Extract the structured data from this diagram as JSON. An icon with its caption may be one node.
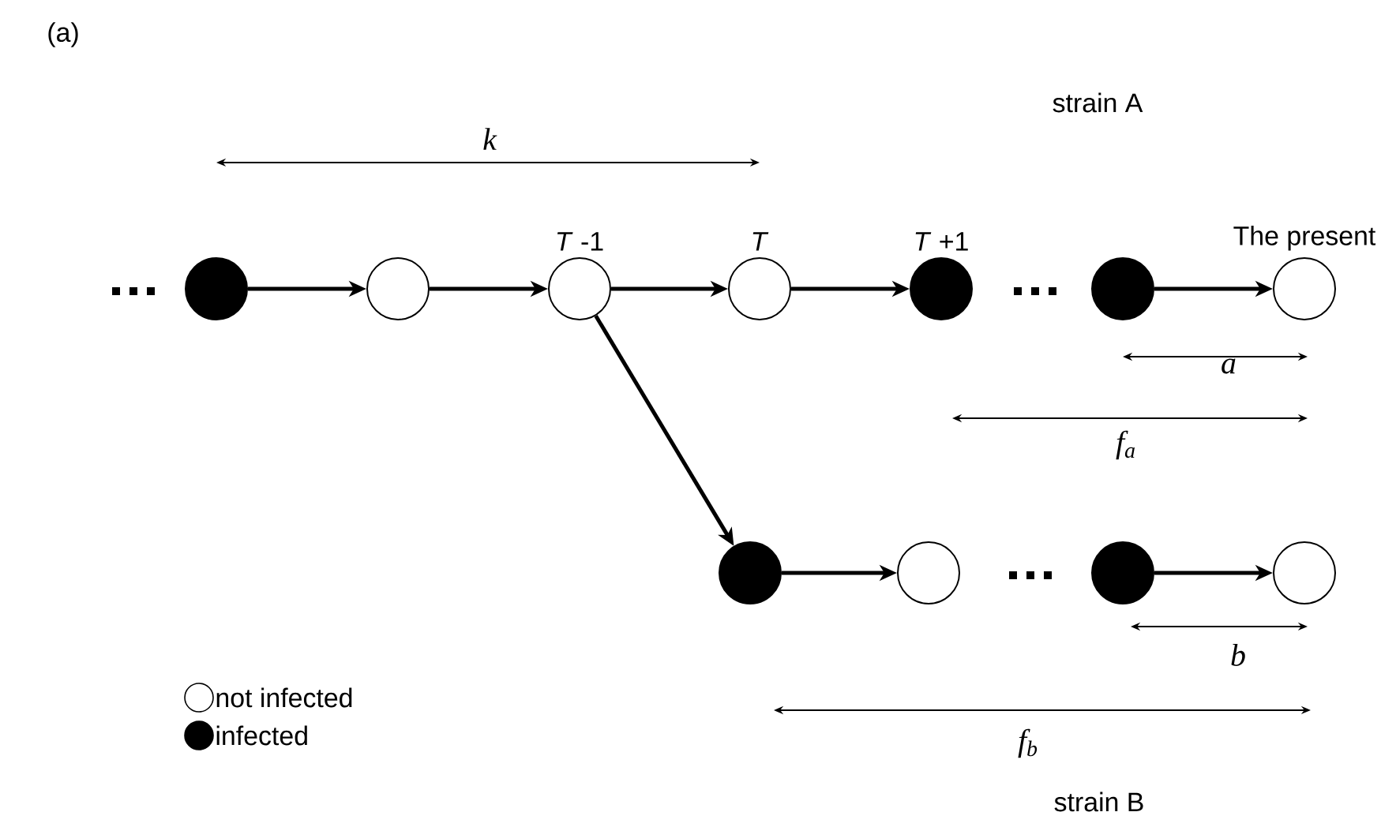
{
  "diagram": {
    "nodes": [
      {
        "text": [],
        "shape": "circle"
      },
      {
        "text": [],
        "shape": "circle"
      },
      {
        "text": [],
        "shape": "circle",
        "beside": [
          "*T* -1"
        ]
      },
      {
        "text": [],
        "shape": "circle",
        "beside": [
          "*T*"
        ]
      },
      {
        "text": [],
        "shape": "circle",
        "beside": [
          "*T* +1"
        ]
      },
      {
        "text": [],
        "shape": "circle"
      },
      {
        "text": [],
        "shape": "circle",
        "beside": [
          "The present"
        ]
      },
      {
        "text": [],
        "shape": "circle"
      },
      {
        "text": [],
        "shape": "circle"
      },
      {
        "text": [],
        "shape": "circle"
      },
      {
        "text": [],
        "shape": "circle"
      }
    ],
    "edges": [
      {
        "from": 0,
        "to": 1,
        "arrow": "to"
      },
      {
        "from": 1,
        "to": 2,
        "arrow": "to"
      },
      {
        "from": 2,
        "to": 3,
        "arrow": "to"
      },
      {
        "from": 3,
        "to": 4,
        "arrow": "to"
      },
      {
        "from": 5,
        "to": 6,
        "arrow": "to"
      },
      {
        "from": 2,
        "to": 7,
        "arrow": "to"
      },
      {
        "from": 7,
        "to": 8,
        "arrow": "to"
      },
      {
        "from": 9,
        "to": 10,
        "arrow": "to"
      }
    ],
    "labels": [
      "(a)",
      "strain A",
      "k",
      "a",
      "f$_{a}$",
      "b",
      "f$_{b}$",
      "strain B"
    ],
    "legend": [
      {
        "text": "not infected"
      },
      {
        "text": "infected"
      }
    ]
  }
}
